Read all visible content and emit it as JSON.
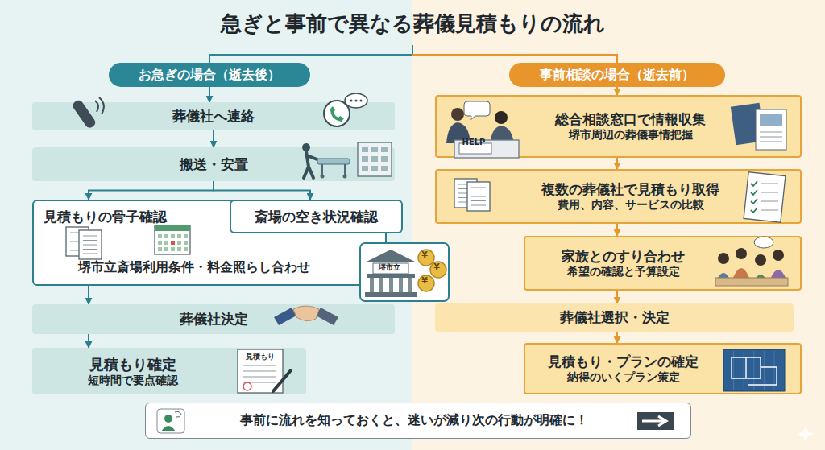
{
  "diagram": {
    "title": "急ぎと事前で異なる葬儀見積もりの流れ",
    "nodes": [
      {
        "text": [
          "お急ぎの場合（逝去後）"
        ]
      },
      {
        "text": [
          "葬儀社へ連絡"
        ]
      },
      {
        "text": [
          "搬送・安置"
        ]
      },
      {
        "text": [
          "見積もりの骨子確認",
          "堺市立斎場利用条件・料金照らし合わせ"
        ]
      },
      {
        "text": [
          "斎場の空き状況確認"
        ]
      },
      {
        "text": [
          "葬儀社決定"
        ]
      },
      {
        "text": [
          "見積もり確定",
          "短時間で要点確認"
        ]
      },
      {
        "text": [
          "事前相談の場合（逝去前）"
        ]
      },
      {
        "text": [
          "総合相談窓口で情報収集",
          "堺市周辺の葬儀事情把握"
        ]
      },
      {
        "text": [
          "複数の葬儀社で見積もり取得",
          "費用、内容、サービスの比較"
        ]
      },
      {
        "text": [
          "家族とのすり合わせ",
          "希望の確認と予算設定"
        ]
      },
      {
        "text": [
          "葬儀社選択・決定"
        ]
      },
      {
        "text": [
          "見積もり・プランの確定",
          "納得のいくプラン策定"
        ]
      },
      {
        "text": [
          "事前に流れを知っておくと、迷いが減り次の行動が明確に！"
        ]
      }
    ],
    "edges": [
      {
        "from": 0,
        "to": 1,
        "arrow": "to"
      },
      {
        "from": 1,
        "to": 2,
        "arrow": "to"
      },
      {
        "from": 2,
        "to": 3,
        "arrow": "to"
      },
      {
        "from": 2,
        "to": 4,
        "arrow": "to"
      },
      {
        "from": 3,
        "to": 5,
        "arrow": "to"
      },
      {
        "from": 5,
        "to": 6,
        "arrow": "to"
      },
      {
        "from": 7,
        "to": 8,
        "arrow": "to"
      },
      {
        "from": 8,
        "to": 9,
        "arrow": "to"
      },
      {
        "from": 9,
        "to": 10,
        "arrow": "to"
      },
      {
        "from": 10,
        "to": 11,
        "arrow": "to"
      },
      {
        "from": 11,
        "to": 12,
        "arrow": "to"
      }
    ],
    "labels": [
      "HELP",
      "堺市立",
      "¥",
      "¥",
      "¥",
      "見積もり"
    ]
  }
}
